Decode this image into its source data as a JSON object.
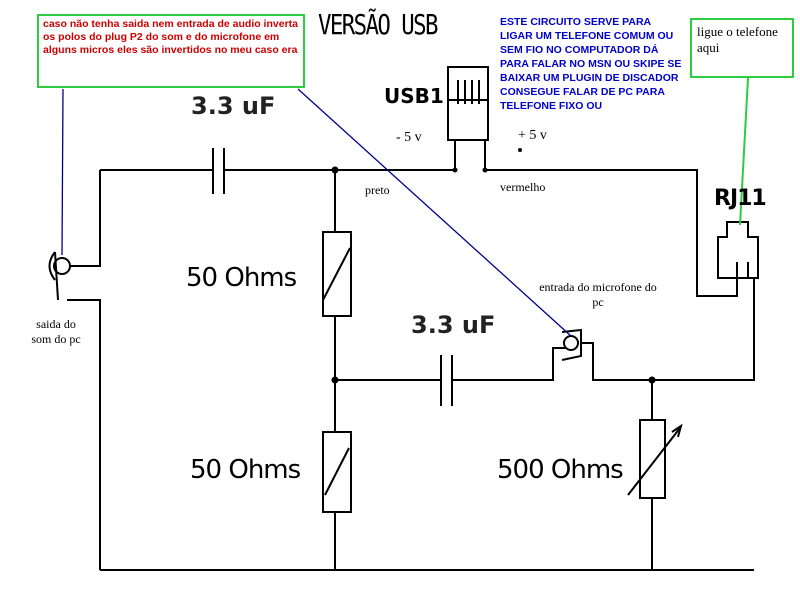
{
  "title": "VERSÃO USB",
  "note_red": "caso não tenha saida nem entrada de audio inverta os polos do plug P2 do som e do microfone em alguns micros eles são invertidos no meu caso era",
  "note_blue": "ESTE CIRCUITO SERVE PARA LIGAR UM TELEFONE COMUM OU SEM FIO NO COMPUTADOR DÁ PARA FALAR NO MSN OU SKIPE SE BAIXAR UM PLUGIN DE DISCADOR CONSEGUE FALAR DE PC PARA TELEFONE FIXO OU",
  "note_phone": "ligue o telefone aqui",
  "labels": {
    "usb": "USB1",
    "minus5": "- 5 v",
    "plus5": "+ 5 v",
    "preto": "preto",
    "vermelho": "vermelho",
    "rj11": "RJ11",
    "cap1": "3.3 uF",
    "cap2": "3.3 uF",
    "res1": "50 Ohms",
    "res2": "50 Ohms",
    "res3": "500 Ohms",
    "mic_in": "entrada do microfone do pc",
    "sound_out": "saida do som do pc"
  },
  "colors": {
    "note_border": "#2ecc40",
    "note_text": "#cc0000",
    "blue_text": "#0000cc",
    "pointer_line": "#00008b"
  }
}
